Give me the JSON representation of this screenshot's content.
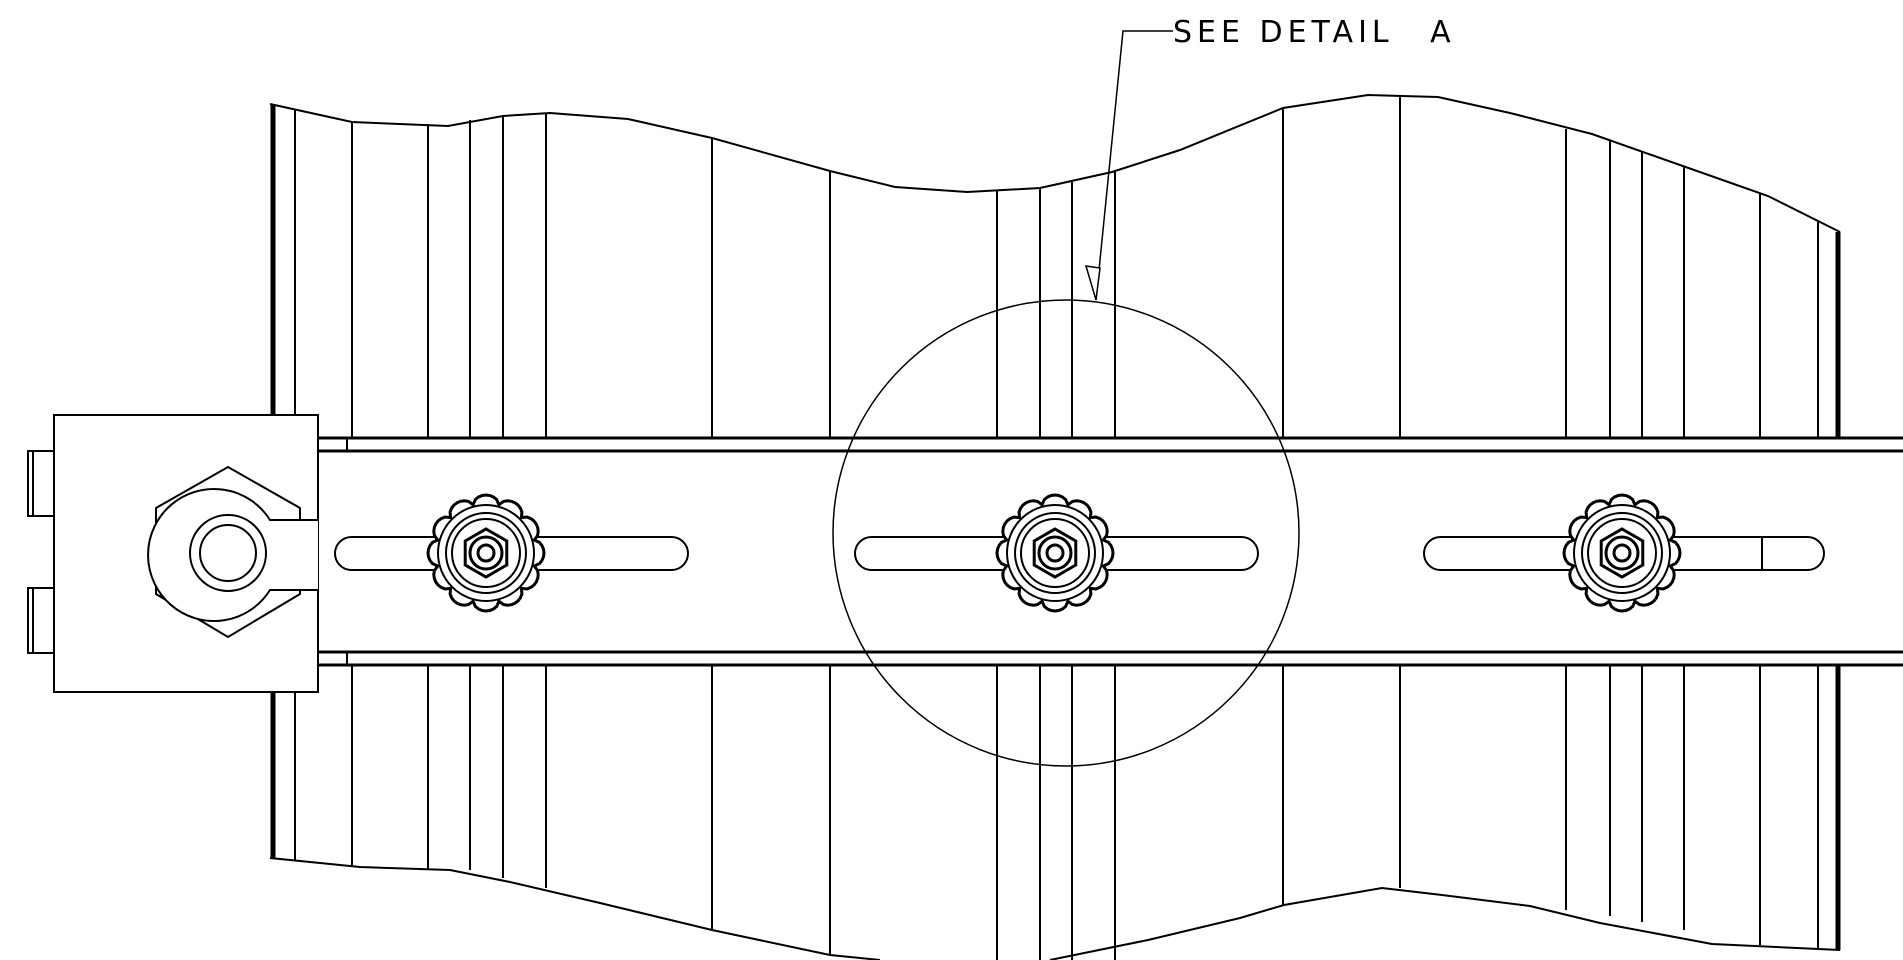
{
  "drawing": {
    "callout": {
      "prefix": "SEE DETAIL",
      "label": "A"
    },
    "ink_color": "#000000",
    "background_color": "#ffffff",
    "knobs": [
      {
        "name": "left-knob"
      },
      {
        "name": "center-knob"
      },
      {
        "name": "right-knob"
      }
    ],
    "slots": [
      {
        "name": "left-slot"
      },
      {
        "name": "center-slot"
      },
      {
        "name": "right-slot"
      }
    ]
  }
}
